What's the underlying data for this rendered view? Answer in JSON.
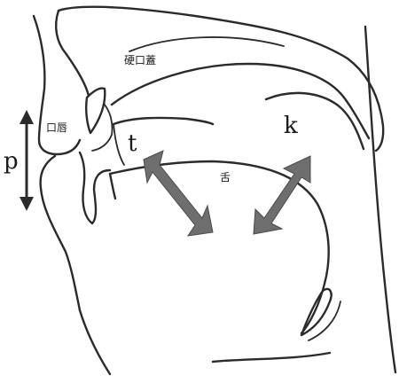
{
  "labels": {
    "hard_palate": "硬口蓋",
    "lips": "口唇",
    "tongue": "舌",
    "p": "p",
    "t": "t",
    "k": "k"
  },
  "colors": {
    "outline": "#2b2b2b",
    "arrow_fill": "#6e6e6e",
    "background": "#ffffff"
  }
}
